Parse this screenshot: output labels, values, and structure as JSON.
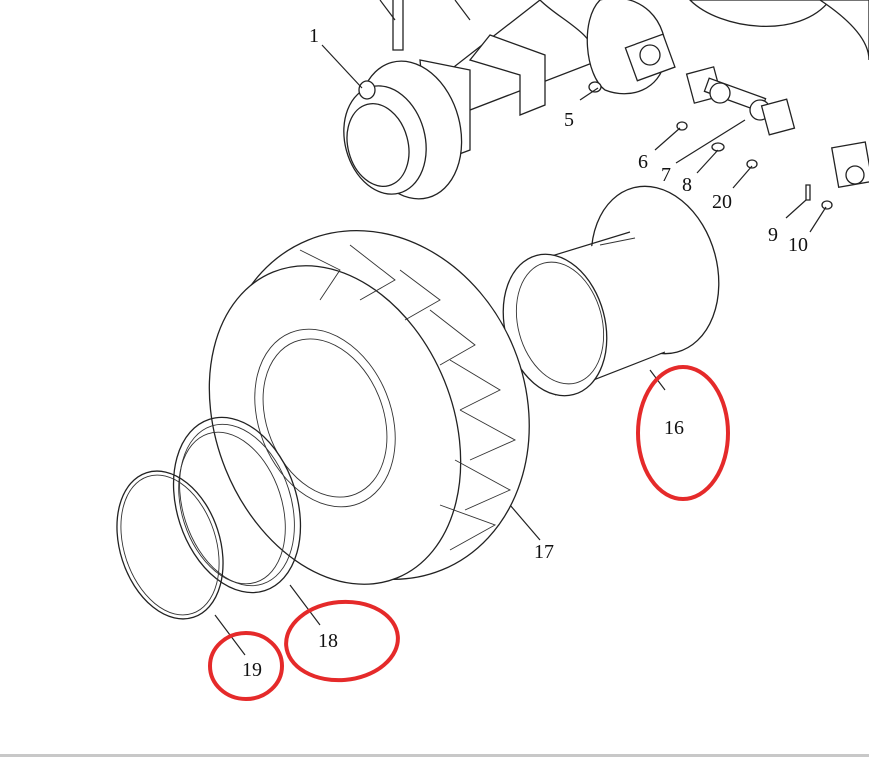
{
  "diagram": {
    "labels": {
      "p1": "1",
      "p5": "5",
      "p6": "6",
      "p7": "7",
      "p8": "8",
      "p20": "20",
      "p9": "9",
      "p10": "10",
      "p16": "16",
      "p17": "17",
      "p18": "18",
      "p19": "19"
    },
    "highlight_color": "#e52a2a",
    "highlighted_parts": [
      "16",
      "18",
      "19"
    ]
  }
}
